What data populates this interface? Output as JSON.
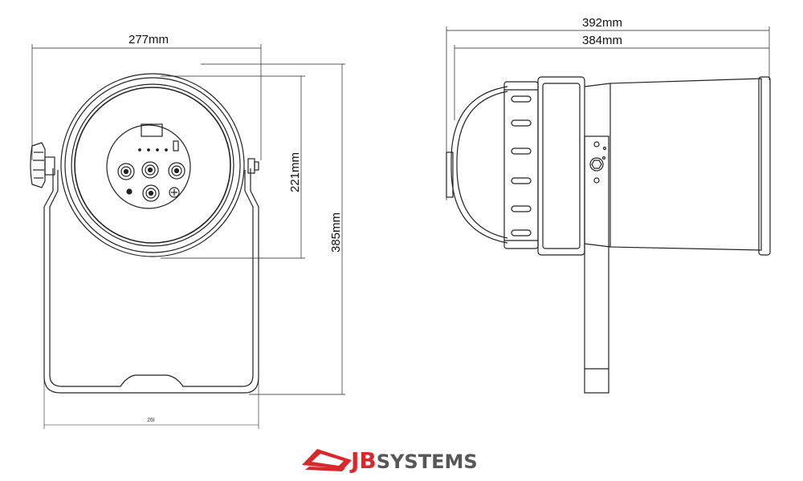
{
  "front_view": {
    "width_label": "277mm",
    "lens_height_label": "221mm",
    "total_height_label": "385mm",
    "base_label": "26I"
  },
  "side_view": {
    "overall_length_label": "392mm",
    "body_length_label": "384mm"
  },
  "brand": {
    "prefix": "JB",
    "suffix": "SYSTEMS",
    "accent_color": "#d9282b",
    "text_color": "#575757"
  },
  "line_color": "#222222"
}
